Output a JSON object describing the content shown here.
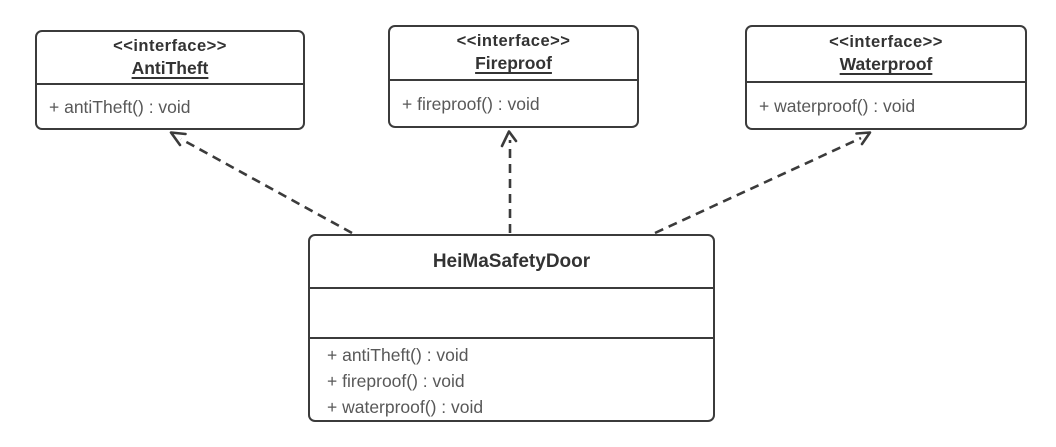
{
  "diagram": {
    "type": "uml-class-diagram",
    "interfaces": [
      {
        "stereotype": "<<interface>>",
        "name": "AntiTheft",
        "methods": [
          "+ antiTheft() : void"
        ]
      },
      {
        "stereotype": "<<interface>>",
        "name": "Fireproof",
        "methods": [
          "+ fireproof() : void"
        ]
      },
      {
        "stereotype": "<<interface>>",
        "name": "Waterproof",
        "methods": [
          "+ waterproof() : void"
        ]
      }
    ],
    "classes": [
      {
        "name": "HeiMaSafetyDoor",
        "attributes": [],
        "methods": [
          "+ antiTheft() : void",
          "+ fireproof() : void",
          "+ waterproof() : void"
        ]
      }
    ],
    "relationships": [
      {
        "from": "HeiMaSafetyDoor",
        "to": "AntiTheft",
        "type": "realization",
        "line": "dashed",
        "arrow": "open"
      },
      {
        "from": "HeiMaSafetyDoor",
        "to": "Fireproof",
        "type": "realization",
        "line": "dashed",
        "arrow": "open"
      },
      {
        "from": "HeiMaSafetyDoor",
        "to": "Waterproof",
        "type": "realization",
        "line": "dashed",
        "arrow": "open"
      }
    ],
    "colors": {
      "line": "#3b3b3b",
      "text_primary": "#333333",
      "text_method": "#585858",
      "background": "#ffffff"
    }
  }
}
